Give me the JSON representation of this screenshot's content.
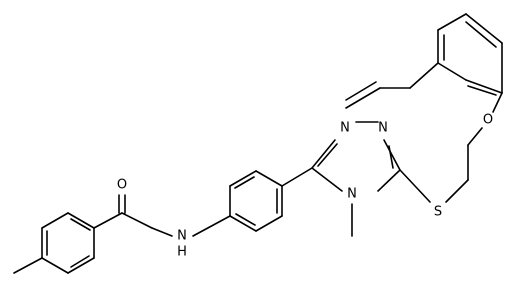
{
  "atoms": {
    "carbonyl_oxygen": "O",
    "amide_nitrogen": "N",
    "amide_hydrogen": "H",
    "triazole_n1": "N",
    "triazole_n2": "N",
    "triazole_n4": "N",
    "thioether_sulfur": "S",
    "ether_oxygen": "O"
  },
  "colors": {
    "bond": "#000000",
    "text": "#000000",
    "background": "#ffffff"
  }
}
